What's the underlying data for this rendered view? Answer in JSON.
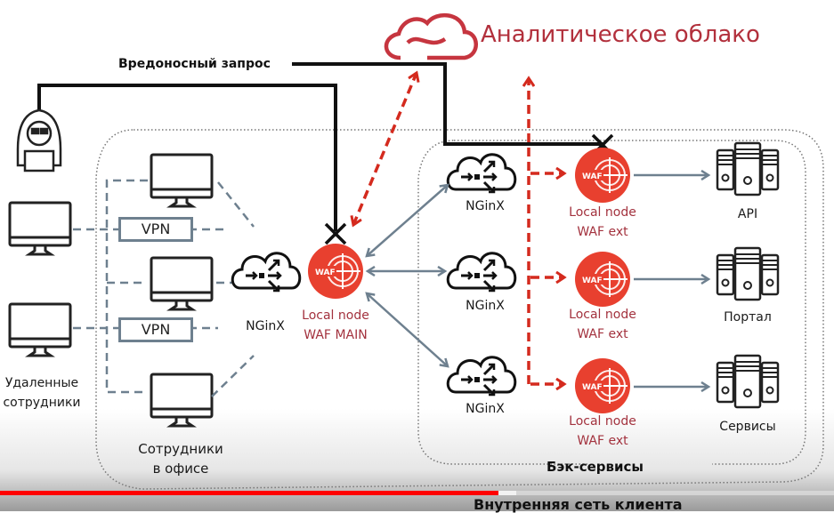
{
  "title": "Аналитическое облако",
  "malicious_request": "Вредоносный запрос",
  "remote_employees": [
    "Удаленные",
    "сотрудники"
  ],
  "office_employees": [
    "Сотрудники",
    "в офисе"
  ],
  "vpn_label": "VPN",
  "nginx_label": "NGinX",
  "waf_main": [
    "Local node",
    "WAF MAIN"
  ],
  "waf_ext": [
    "Local node",
    "WAF ext"
  ],
  "waf_badge": "WAF",
  "services": [
    "API",
    "Портал",
    "Сервисы"
  ],
  "back_services": "Бэк-сервисы",
  "internal_network": "Внутренняя сеть клиента",
  "colors": {
    "accent_red": "#e8402f",
    "label_red": "#a3323e",
    "arrow_gray": "#6e808f"
  },
  "video_progress": 0.6
}
